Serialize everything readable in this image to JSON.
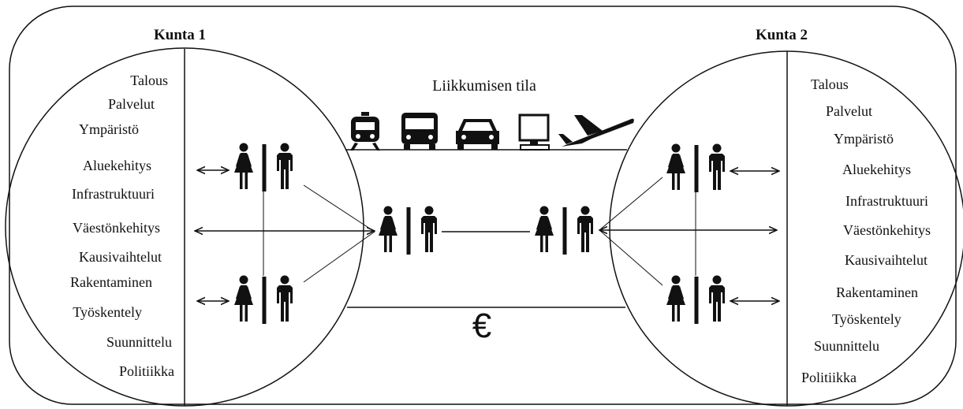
{
  "municipality_1": {
    "title": "Kunta 1",
    "factors": [
      "Talous",
      "Palvelut",
      "Ympäristö",
      "Aluekehitys",
      "Infrastruktuuri",
      "Väestönkehitys",
      "Kausivaihtelut",
      "Rakentaminen",
      "Työskentely",
      "Suunnittelu",
      "Politiikka"
    ]
  },
  "municipality_2": {
    "title": "Kunta 2",
    "factors": [
      "Talous",
      "Palvelut",
      "Ympäristö",
      "Aluekehitys",
      "Infrastruktuuri",
      "Väestönkehitys",
      "Kausivaihtelut",
      "Rakentaminen",
      "Työskentely",
      "Suunnittelu",
      "Politiikka"
    ]
  },
  "middle": {
    "mobility_label": "Liikkumisen tila",
    "currency_symbol": "€",
    "transport_icons": [
      "train-icon",
      "bus-icon",
      "car-icon",
      "computer-icon",
      "airplane-icon"
    ]
  },
  "colors": {
    "ink": "#111111",
    "background": "#ffffff"
  }
}
